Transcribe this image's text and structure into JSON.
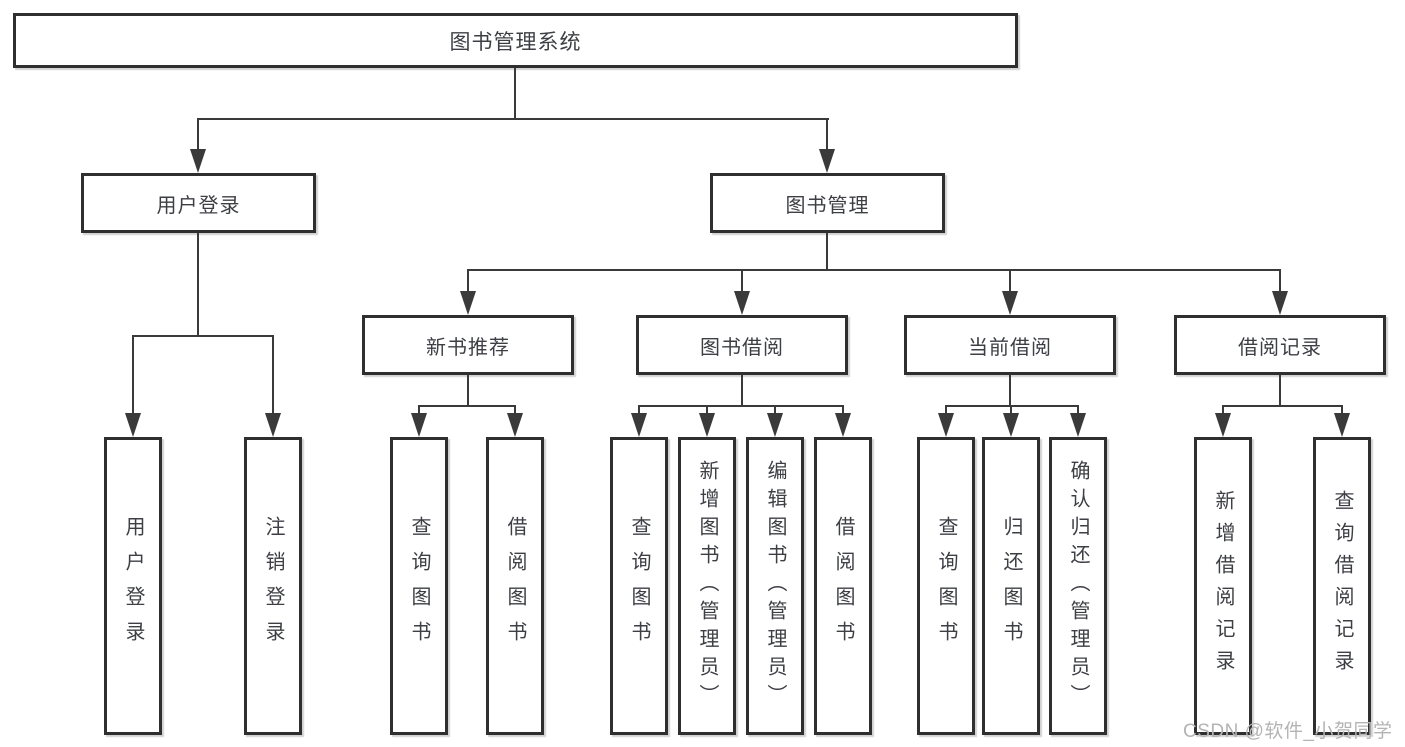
{
  "diagram_title": "图书管理系统",
  "tree": {
    "root": {
      "label": "图书管理系统"
    },
    "branches": [
      {
        "label": "用户登录",
        "leaves": [
          "用户登录",
          "注销登录"
        ]
      },
      {
        "label": "图书管理",
        "children": [
          {
            "label": "新书推荐",
            "leaves": [
              "查询图书",
              "借阅图书"
            ]
          },
          {
            "label": "图书借阅",
            "leaves": [
              "查询图书",
              "新增图书（管理员）",
              "编辑图书（管理员）",
              "借阅图书"
            ]
          },
          {
            "label": "当前借阅",
            "leaves": [
              "查询图书",
              "归还图书",
              "确认归还（管理员）"
            ]
          },
          {
            "label": "借阅记录",
            "leaves": [
              "新增借阅记录",
              "查询借阅记录"
            ]
          }
        ]
      }
    ]
  },
  "watermark": "CSDN @软件_小贺同学",
  "colors": {
    "background": "#ffffff",
    "box_border": "#2f2f2f",
    "connector_line": "#3a3a3a",
    "text": "#3d3f44",
    "watermark_text": "#b4b4b4"
  }
}
